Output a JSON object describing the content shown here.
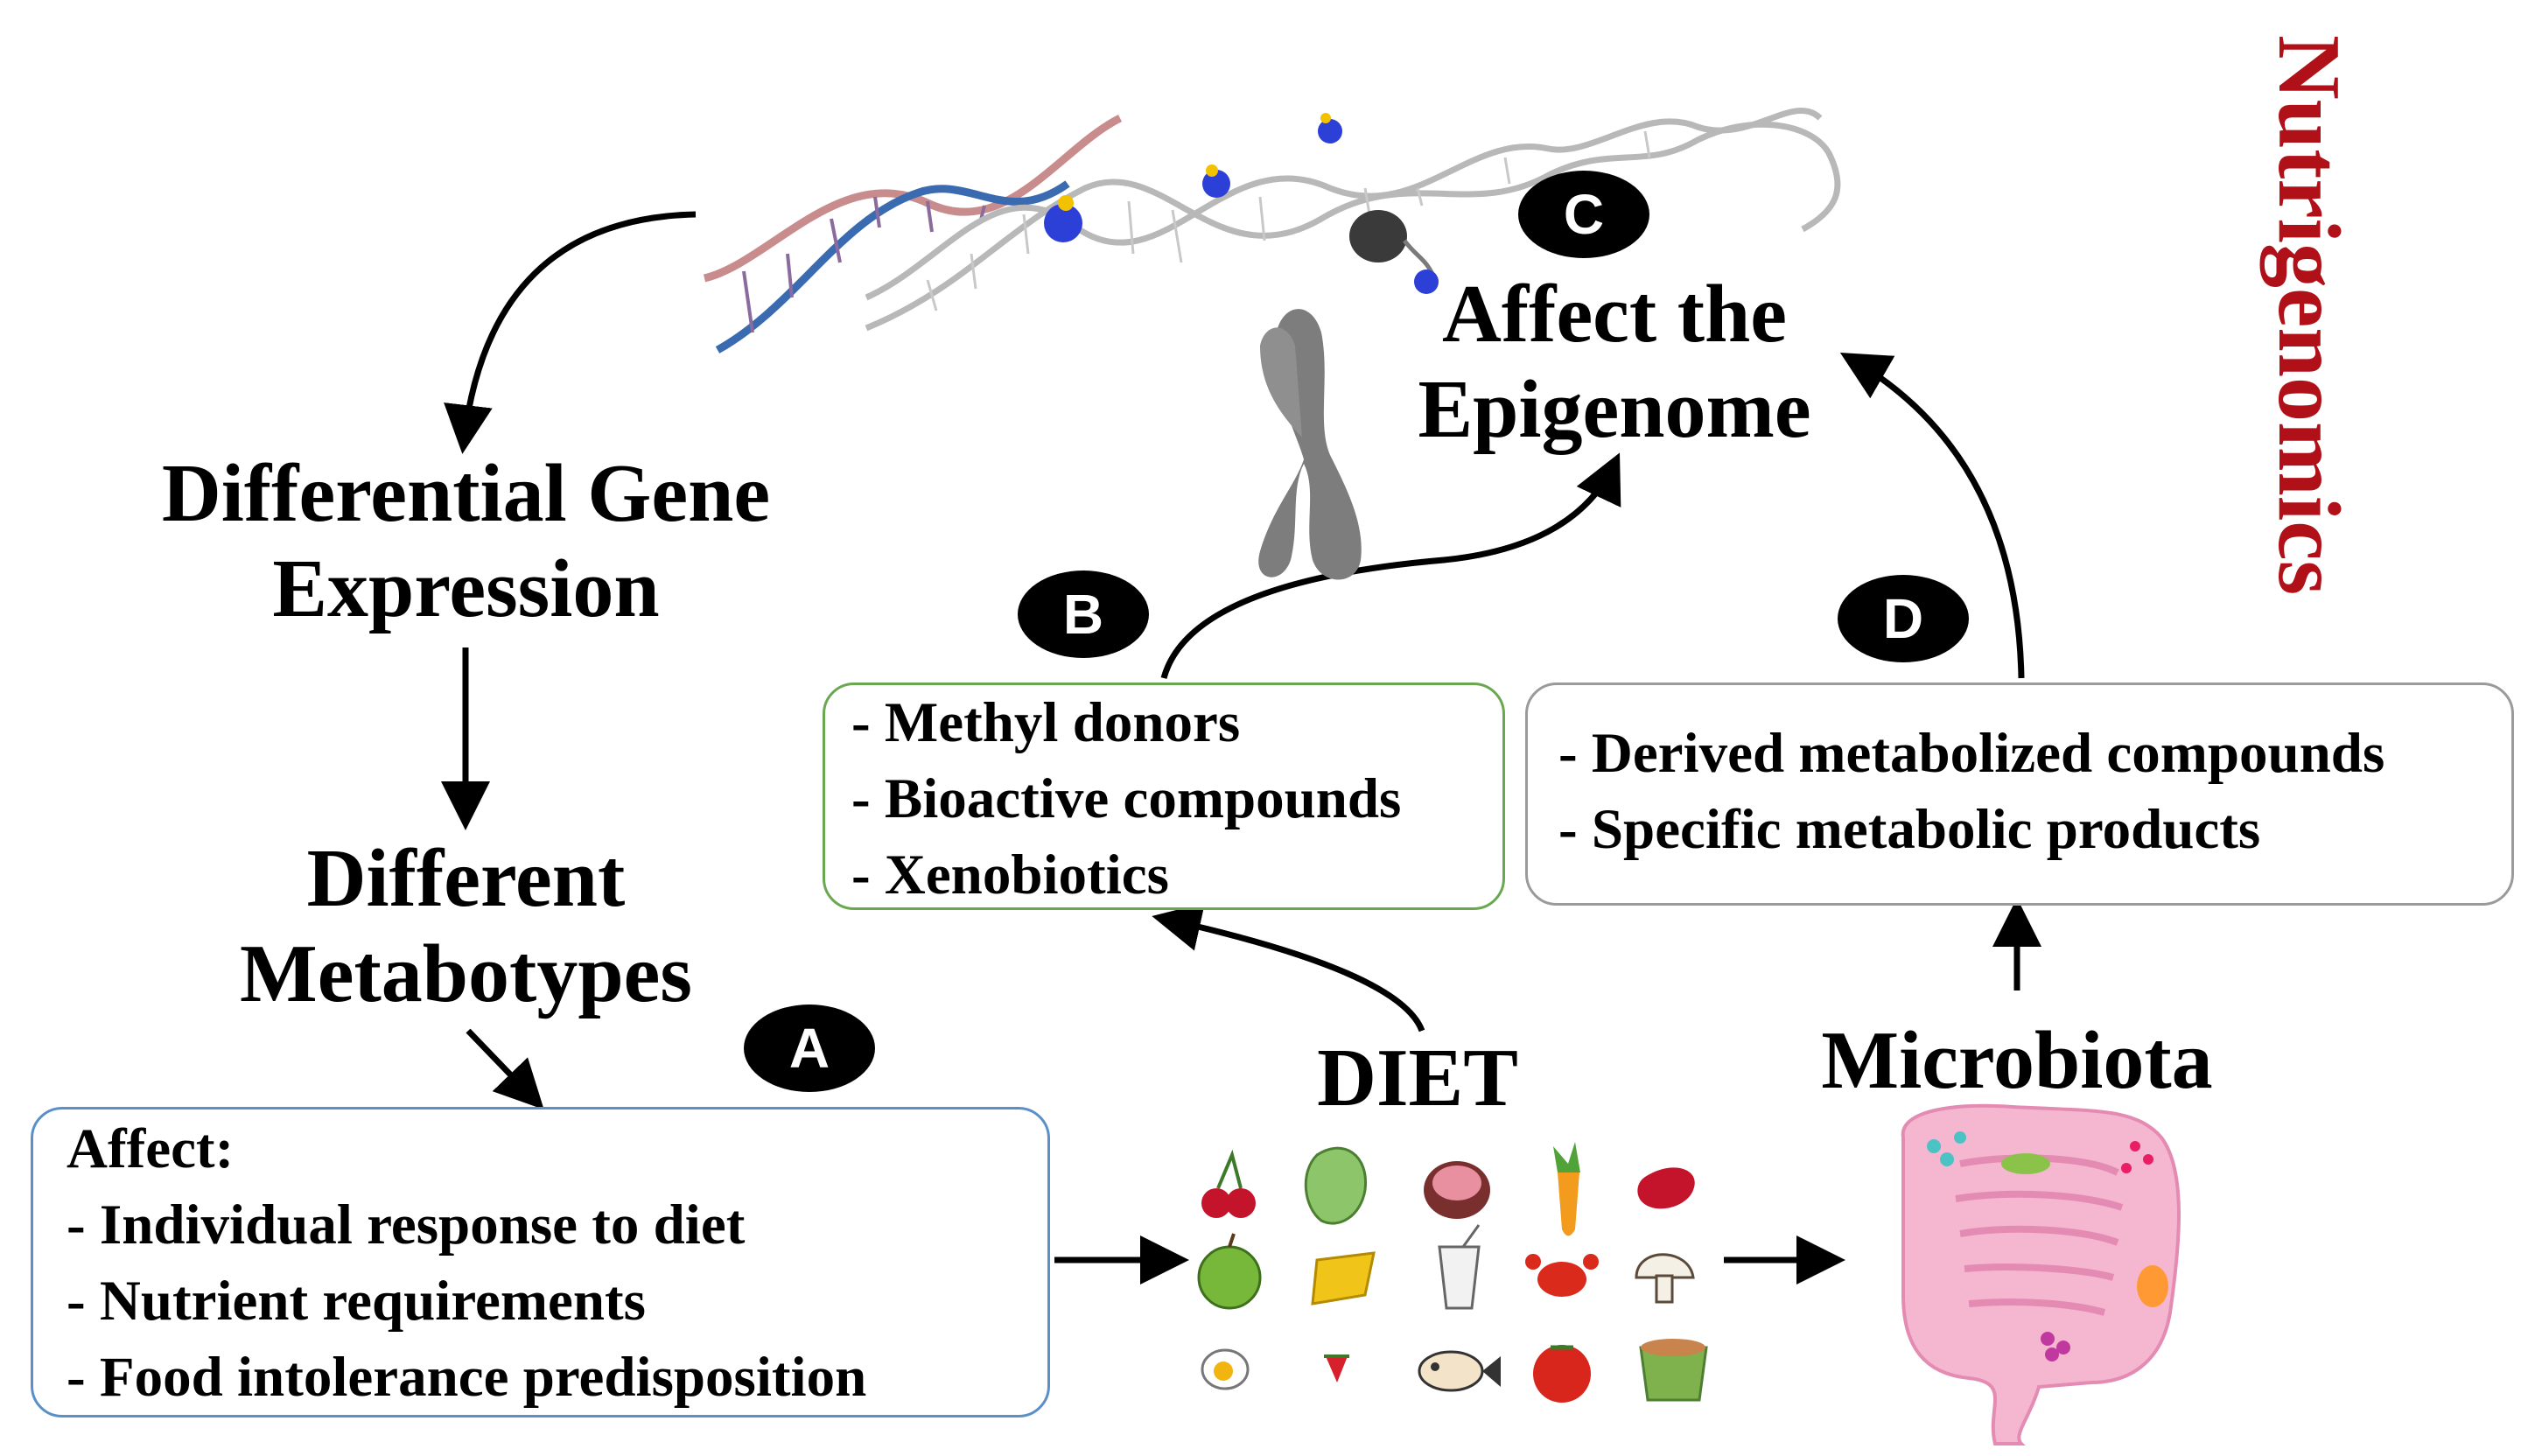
{
  "labels": {
    "gene_expression": [
      "Differential Gene",
      "Expression"
    ],
    "metabotypes": [
      "Different",
      "Metabotypes"
    ],
    "epigenome": [
      "Affect the",
      "Epigenome"
    ],
    "diet": "DIET",
    "microbiota": "Microbiota",
    "nutrigenomics": "Nutrigenomics"
  },
  "badges": {
    "a": "A",
    "b": "B",
    "c": "C",
    "d": "D"
  },
  "box_a": {
    "lines": [
      "Affect:",
      "- Individual response to diet",
      "- Nutrient requirements",
      "- Food intolerance predisposition"
    ]
  },
  "box_b": {
    "lines": [
      "- Methyl donors",
      "- Bioactive compounds",
      "- Xenobiotics"
    ]
  },
  "box_d": {
    "lines": [
      "- Derived metabolized compounds",
      "- Specific metabolic products"
    ]
  },
  "colors": {
    "accent_title": "#b01018",
    "box_a_border": "#5b8fc7",
    "box_b_border": "#6aa84f",
    "box_d_border": "#9a9a9a",
    "dna": "#b8b8b8",
    "methyl": "#2c3fd6",
    "chromosome": "#7d7d7d",
    "gut": "#f2a9c8"
  },
  "food_icons": [
    "cherry-icon",
    "lettuce-icon",
    "ham-icon",
    "carrot-icon",
    "bean-icon",
    "apple-icon",
    "cheese-icon",
    "milk-glass-icon",
    "crab-icon",
    "mushroom-icon",
    "egg-icon",
    "strawberry-icon",
    "fish-icon",
    "tomato-icon",
    "cup-icon"
  ]
}
